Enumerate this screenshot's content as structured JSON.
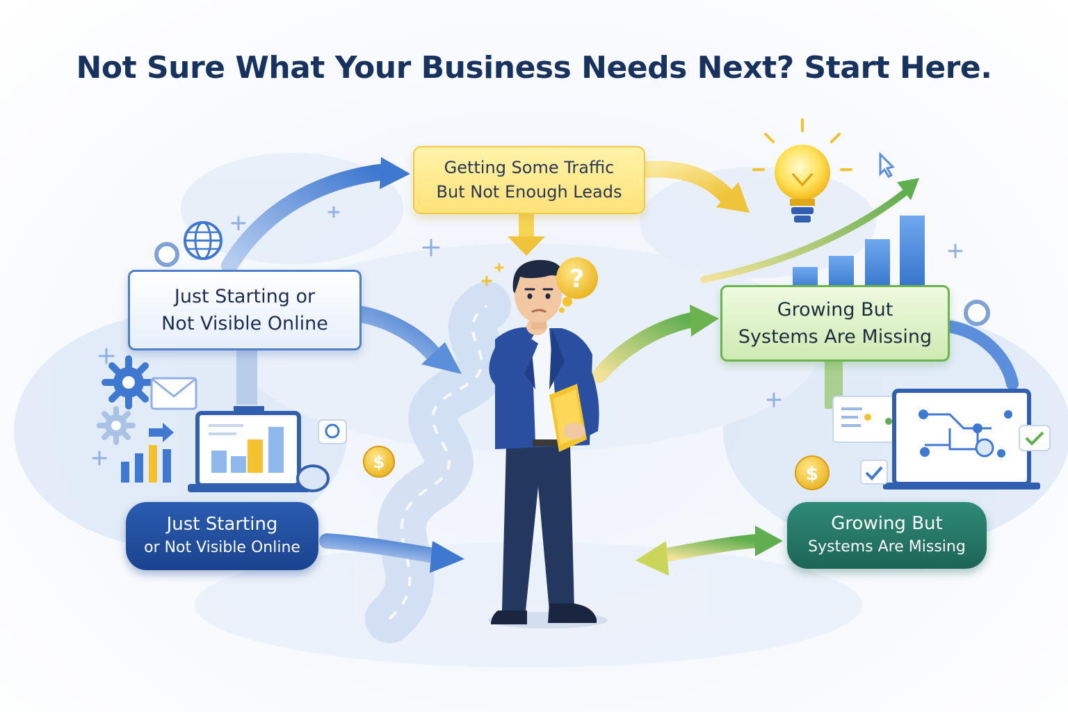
{
  "title": "Not Sure What Your Business Needs Next? Start Here.",
  "stages": {
    "getting_traffic": {
      "line1": "Getting Some Traffic",
      "line2": "But Not Enough Leads"
    },
    "just_starting_top": {
      "line1": "Just Starting or",
      "line2": "Not Visible Online"
    },
    "growing_top": {
      "line1": "Growing But",
      "line2": "Systems Are Missing"
    },
    "just_starting_pill": {
      "line1": "Just Starting",
      "line2": "or Not Visible Online"
    },
    "growing_pill": {
      "line1": "Growing But",
      "line2": "Systems Are Missing"
    }
  },
  "thought_symbol": "?",
  "coin_symbol": "$",
  "colors": {
    "title": "#17325e",
    "blue_accent": "#4f7fc9",
    "yellow_accent": "#f1c94a",
    "green_accent": "#6cb24e",
    "navy_pill": "#1b438e",
    "teal_pill": "#1d6556"
  },
  "icons": [
    "globe-icon",
    "gear-icon",
    "envelope-icon",
    "laptop-icon",
    "bar-chart-icon",
    "coin-icon",
    "lightbulb-icon",
    "cursor-icon",
    "checkmark-icon",
    "dashboard-icon",
    "question-bubble-icon",
    "folder-icon"
  ]
}
